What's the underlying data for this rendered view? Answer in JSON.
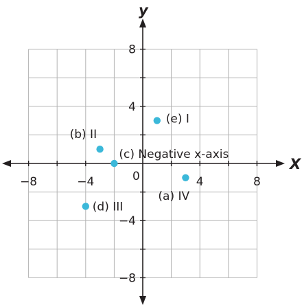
{
  "chart_data": {
    "type": "scatter",
    "xlabel": "X",
    "ylabel": "y",
    "xlim": [
      -10,
      10
    ],
    "ylim": [
      -10,
      10
    ],
    "grid": true,
    "grid_step": 2,
    "x_ticks": [
      -8,
      -4,
      4,
      8
    ],
    "y_ticks": [
      -8,
      -4,
      4,
      8
    ],
    "x_tick_labels": [
      "−8",
      "−4",
      "4",
      "8"
    ],
    "y_tick_labels": [
      "−8",
      "−4",
      "4",
      "8"
    ],
    "origin_label": "0",
    "point_color": "#3bb8d9",
    "axis_color": "#231f20",
    "grid_color": "#b3b3b3",
    "points": [
      {
        "x": 3,
        "y": -1,
        "label": "(a) IV"
      },
      {
        "x": -3,
        "y": 1,
        "label": "(b) II"
      },
      {
        "x": -2,
        "y": 0,
        "label": "(c) Negative x-axis"
      },
      {
        "x": -4,
        "y": -3,
        "label": "(d) III"
      },
      {
        "x": 1,
        "y": 3,
        "label": "(e) I"
      }
    ]
  }
}
